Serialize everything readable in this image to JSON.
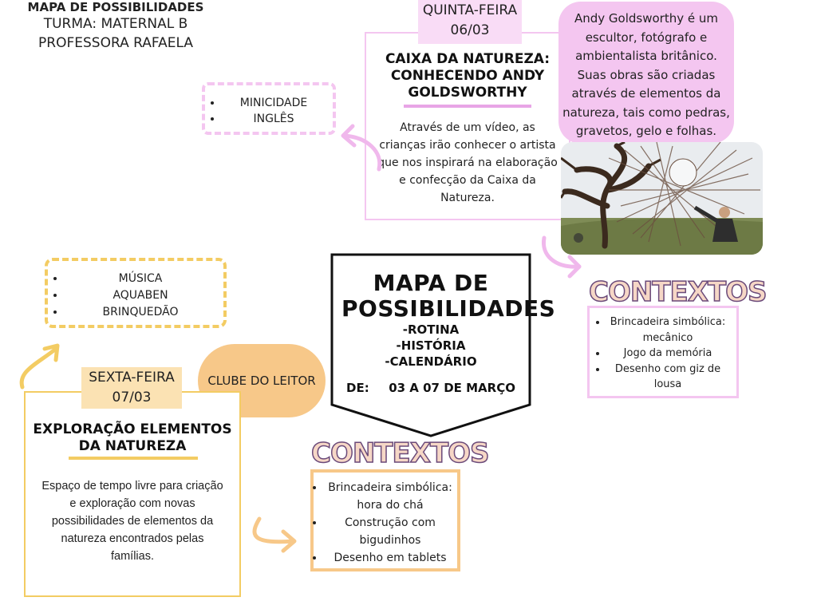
{
  "header": {
    "title": "MAPA DE POSSIBILIDADES",
    "class_line": "TURMA: MATERNAL B",
    "teacher_line": "PROFESSORA RAFAELA"
  },
  "thursday": {
    "day": "QUINTA-FEIRA",
    "date": "06/03",
    "activity_title": "CAIXA DA NATUREZA: CONHECENDO ANDY GOLDSWORTHY",
    "description": "Através de um vídeo,  as crianças irão conhecer o artista que nos inspirará na elaboração e confecção da Caixa da Natureza."
  },
  "artist_bubble": {
    "text": "Andy Goldsworthy é um escultor, fotógrafo e ambientalista britânico. Suas obras são criadas através de elementos da natureza, tais como pedras, gravetos, gelo e folhas."
  },
  "thursday_routine": {
    "items": [
      "MINICIDADE",
      "INGLÊS"
    ]
  },
  "center": {
    "title": "MAPA DE POSSIBILIDADES",
    "sub1": "-ROTINA",
    "sub2": "-HISTÓRIA",
    "sub3": "-CALENDÁRIO",
    "date_label": "DE:",
    "date_range": "03 A 07 DE MARÇO"
  },
  "contexts_right": {
    "title": "CONTEXTOS",
    "items": [
      "Brincadeira simbólica: mecânico",
      "Jogo da memória",
      "Desenho com giz de lousa"
    ]
  },
  "friday_routine": {
    "items": [
      "MÚSICA",
      "AQUABEN",
      "BRINQUEDÃO"
    ]
  },
  "club": {
    "label": "CLUBE DO LEITOR"
  },
  "friday": {
    "day": "SEXTA-FEIRA",
    "date": "07/03",
    "activity_title": "EXPLORAÇÃO ELEMENTOS DA NATUREZA",
    "description": "Espaço de tempo livre para criação e exploração com novas possibilidades de elementos da natureza encontrados pelas famílias."
  },
  "contexts_bottom": {
    "title": "CONTEXTOS",
    "items": [
      "Brincadeira simbólica: hora do chá",
      "Construção com bigudinhos",
      "Desenho em tablets"
    ]
  },
  "colors": {
    "pink": "#f4c6f0",
    "pink_dark": "#e8a5e6",
    "orange": "#f7c889",
    "orange_dark": "#f0c060",
    "yellow": "#f3cc63",
    "context_fill": "#f6d7c6",
    "context_stroke": "#6b4a7a"
  }
}
